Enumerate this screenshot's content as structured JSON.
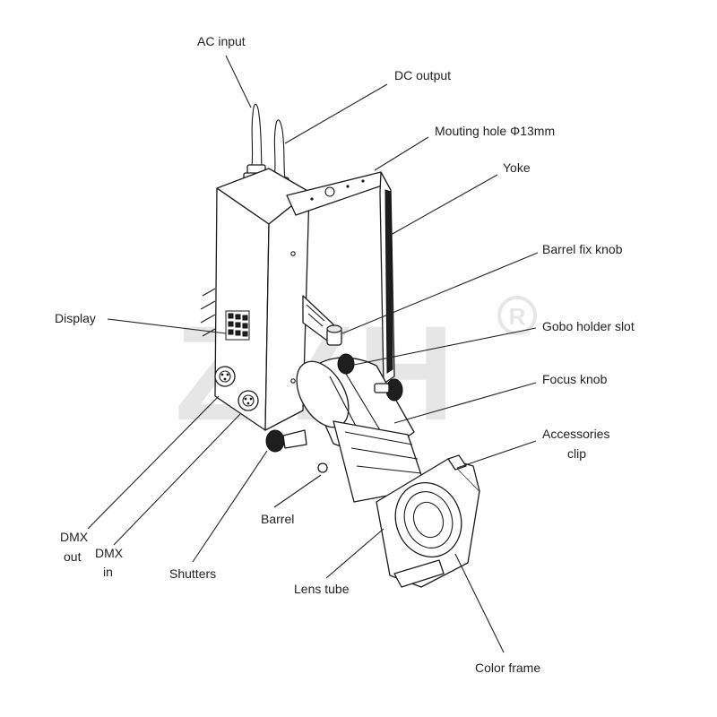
{
  "watermark": {
    "text": "ZYH",
    "mark": "®"
  },
  "labels": {
    "ac_input": "AC input",
    "dc_output": "DC output",
    "mounting_hole": "Mouting hole Φ13mm",
    "yoke": "Yoke",
    "barrel_fix_knob": "Barrel fix knob",
    "display": "Display",
    "gobo_holder_slot": "Gobo holder slot",
    "focus_knob": "Focus knob",
    "accessories_clip_1": "Accessories",
    "accessories_clip_2": "clip",
    "dmx_out_1": "DMX",
    "dmx_out_2": "out",
    "dmx_in_1": "DMX",
    "dmx_in_2": "in",
    "barrel": "Barrel",
    "shutters": "Shutters",
    "lens_tube": "Lens tube",
    "color_frame": "Color frame"
  }
}
